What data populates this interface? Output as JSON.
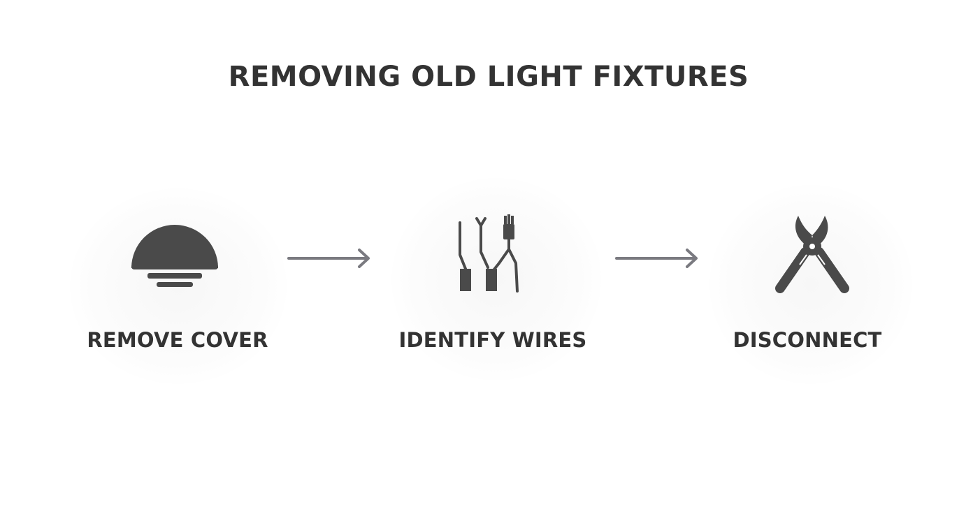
{
  "title": "REMOVING OLD LIGHT FIXTURES",
  "colors": {
    "icon": "#4a4a4a",
    "arrow": "#7a7a80",
    "text": "#333333"
  },
  "steps": [
    {
      "label": "REMOVE COVER",
      "icon": "light-cover-icon"
    },
    {
      "label": "IDENTIFY WIRES",
      "icon": "wires-icon"
    },
    {
      "label": "DISCONNECT",
      "icon": "pliers-icon"
    }
  ],
  "connectors": [
    {
      "from": 0,
      "to": 1,
      "icon": "arrow-right-icon"
    },
    {
      "from": 1,
      "to": 2,
      "icon": "arrow-right-icon"
    }
  ]
}
